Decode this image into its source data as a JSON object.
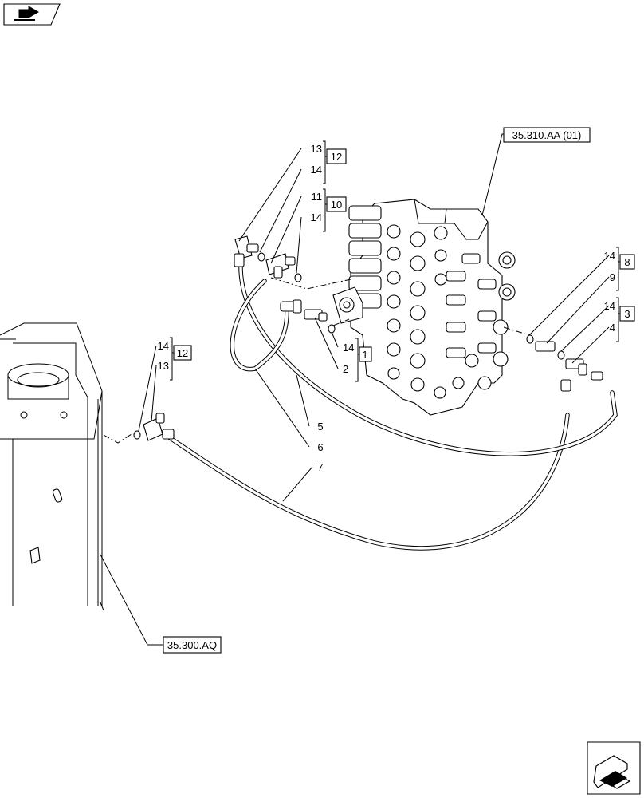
{
  "nav": {
    "prev_icon": "prev-page-arrow-icon",
    "next_icon": "next-page-arrow-icon"
  },
  "references": {
    "valve_ref": "35.310.AA (01)",
    "tank_ref": "35.300.AQ"
  },
  "callouts": {
    "g12a_top": "13",
    "g12a_bot": "14",
    "g12a_box": "12",
    "g10_top": "11",
    "g10_bot": "14",
    "g10_box": "10",
    "g8_top": "14",
    "g8_bot": "9",
    "g8_box": "8",
    "g3_top": "14",
    "g3_bot": "4",
    "g3_box": "3",
    "g1_top": "14",
    "g1_bot": "2",
    "g1_box": "1",
    "g12b_top": "14",
    "g12b_bot": "13",
    "g12b_box": "12",
    "p5": "5",
    "p6": "6",
    "p7": "7"
  }
}
